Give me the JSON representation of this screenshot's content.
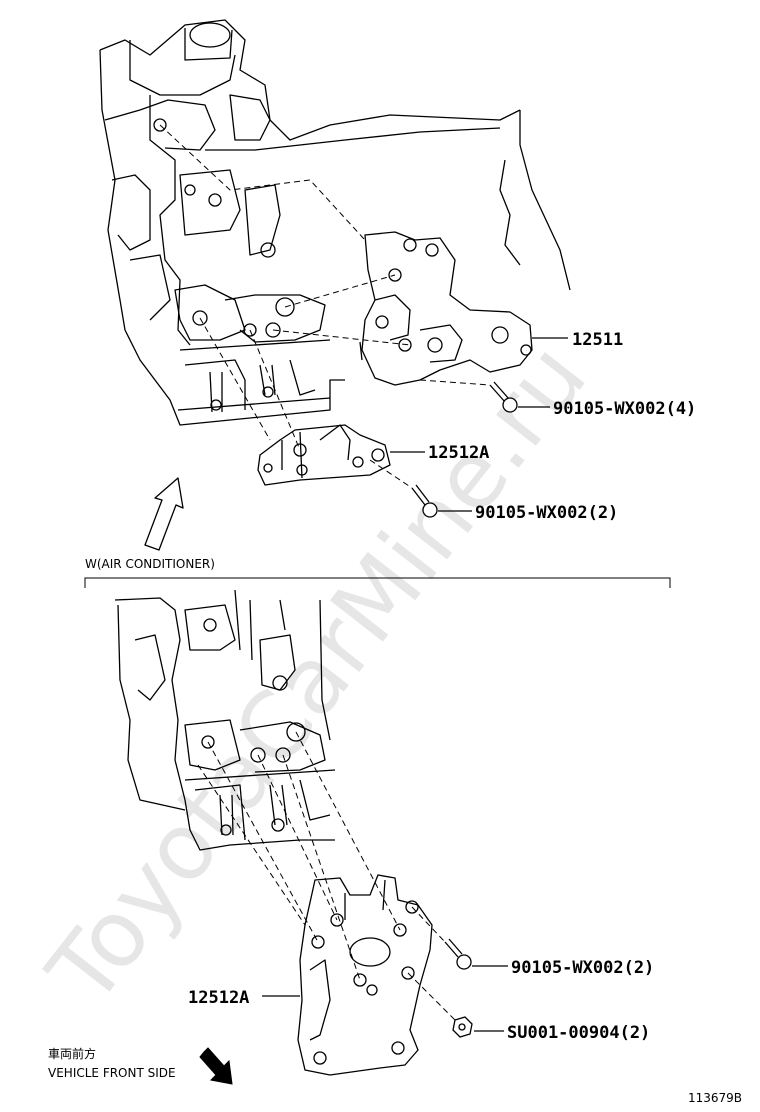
{
  "watermark": "ToyotaCarMine.ru",
  "section_label": "W(AIR CONDITIONER)",
  "parts": {
    "p12511": "12511",
    "p12512a_top": "12512A",
    "p12512a_bottom": "12512A",
    "bolt_top_4": "90105-WX002(4)",
    "bolt_top_2": "90105-WX002(2)",
    "bolt_bottom_2": "90105-WX002(2)",
    "nut_bottom": "SU001-00904(2)"
  },
  "orientation": {
    "jp": "車両前方",
    "en": "VEHICLE FRONT SIDE"
  },
  "figure_id": "113679B"
}
